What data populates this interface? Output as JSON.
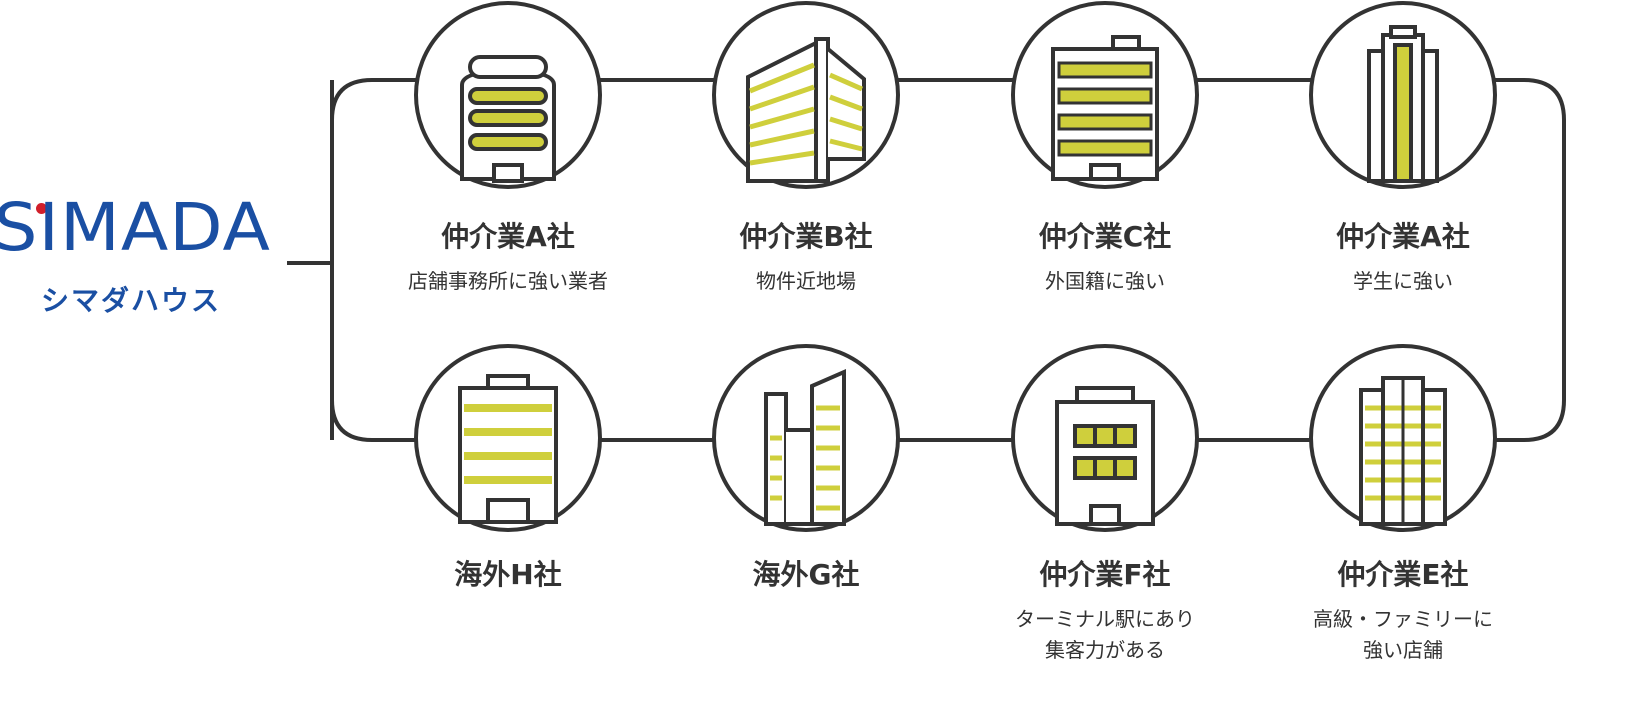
{
  "logo": {
    "mark": "SIMADA",
    "sub": "シマダハウス"
  },
  "colors": {
    "line": "#333333",
    "accent": "#cfcf3c",
    "brand": "#1a4fa3",
    "brand_dot": "#d11f2a"
  },
  "nodes": [
    {
      "name": "仲介業A社",
      "desc": "店舗事務所に強い業者",
      "icon": "curved-office-building-icon"
    },
    {
      "name": "仲介業B社",
      "desc": "物件近地場",
      "icon": "angled-tower-building-icon"
    },
    {
      "name": "仲介業C社",
      "desc": "外国籍に強い",
      "icon": "grid-window-building-icon"
    },
    {
      "name": "仲介業A社",
      "desc": "学生に強い",
      "icon": "slim-tower-building-icon"
    },
    {
      "name": "海外H社",
      "desc": "",
      "icon": "striped-building-icon"
    },
    {
      "name": "海外G社",
      "desc": "",
      "icon": "twin-tower-building-icon"
    },
    {
      "name": "仲介業F社",
      "desc": "ターミナル駅にあり\n集客力がある",
      "icon": "block-window-building-icon"
    },
    {
      "name": "仲介業E社",
      "desc": "高級・ファミリーに\n強い店舗",
      "icon": "stepped-tower-building-icon"
    }
  ]
}
